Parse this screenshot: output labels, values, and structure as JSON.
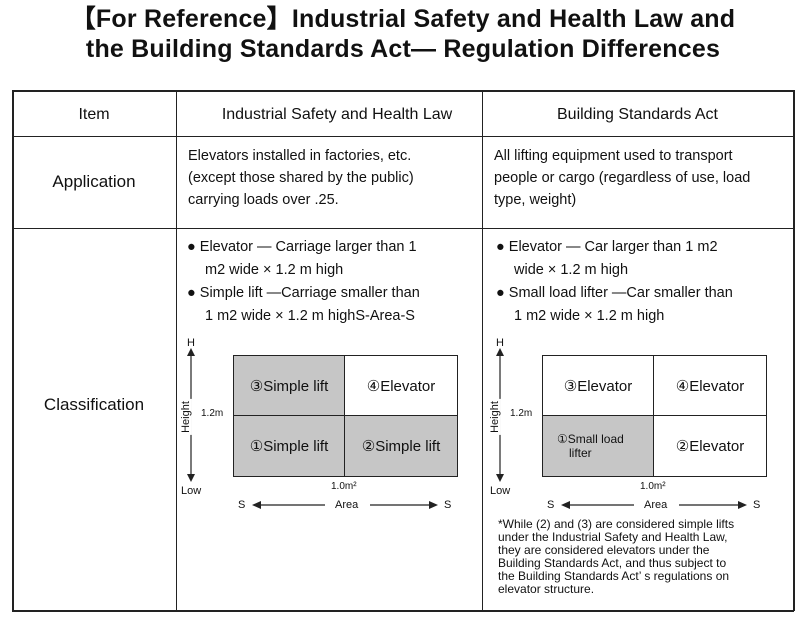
{
  "title": {
    "line1": "【For Reference】Industrial Safety and Health Law and",
    "line2": "the Building Standards Act— Regulation Differences"
  },
  "headers": {
    "item": "Item",
    "ishl": "Industrial Safety and Health Law",
    "bsa": "Building Standards Act"
  },
  "rows": {
    "application": {
      "label": "Application",
      "ishl": [
        "Elevators installed in factories, etc.",
        "(except those shared by the public)",
        "carrying loads over .25."
      ],
      "bsa": [
        "All lifting equipment used to transport",
        "people or cargo (regardless of use, load",
        "type, weight)"
      ]
    },
    "classification": {
      "label": "Classification",
      "ishl_bullets": [
        "● Elevator — Carriage larger than 1",
        "m2 wide × 1.2 m high",
        "● Simple lift —Carriage smaller than",
        "1 m2 wide × 1.2 m highS-Area-S"
      ],
      "bsa_bullets": [
        "● Elevator — Car larger than 1 m2",
        "wide × 1.2 m high",
        "● Small load lifter —Car smaller than",
        "1 m2 wide × 1.2 m high"
      ]
    }
  },
  "ishl_diagram": {
    "cells": {
      "top_left": "③Simple lift",
      "top_right": "④Elevator",
      "bottom_left": "①Simple lift",
      "bottom_right": "②Simple lift"
    },
    "axis": {
      "high": "H",
      "low": "Low",
      "height": "Height",
      "height_value": "1.2m",
      "area_value": "1.0m²",
      "area": "Area",
      "s_left": "S",
      "s_right": "S"
    }
  },
  "bsa_diagram": {
    "cells": {
      "top_left": "③Elevator",
      "top_right": "④Elevator",
      "bottom_left_1": "①Small load",
      "bottom_left_2": "lifter",
      "bottom_right": "②Elevator"
    },
    "axis": {
      "high": "H",
      "low": "Low",
      "height": "Height",
      "height_value": "1.2m",
      "area_value": "1.0m²",
      "area": "Area",
      "s_left": "S",
      "s_right": "S"
    }
  },
  "note": [
    "*While (2) and (3) are considered simple lifts",
    "under the Industrial Safety and Health Law,",
    "they are considered elevators under the",
    "Building Standards Act, and thus subject to",
    "the Building Standards Act’ s regulations on",
    "elevator structure."
  ],
  "colors": {
    "shade": "#c6c6c6",
    "line": "#222222"
  }
}
